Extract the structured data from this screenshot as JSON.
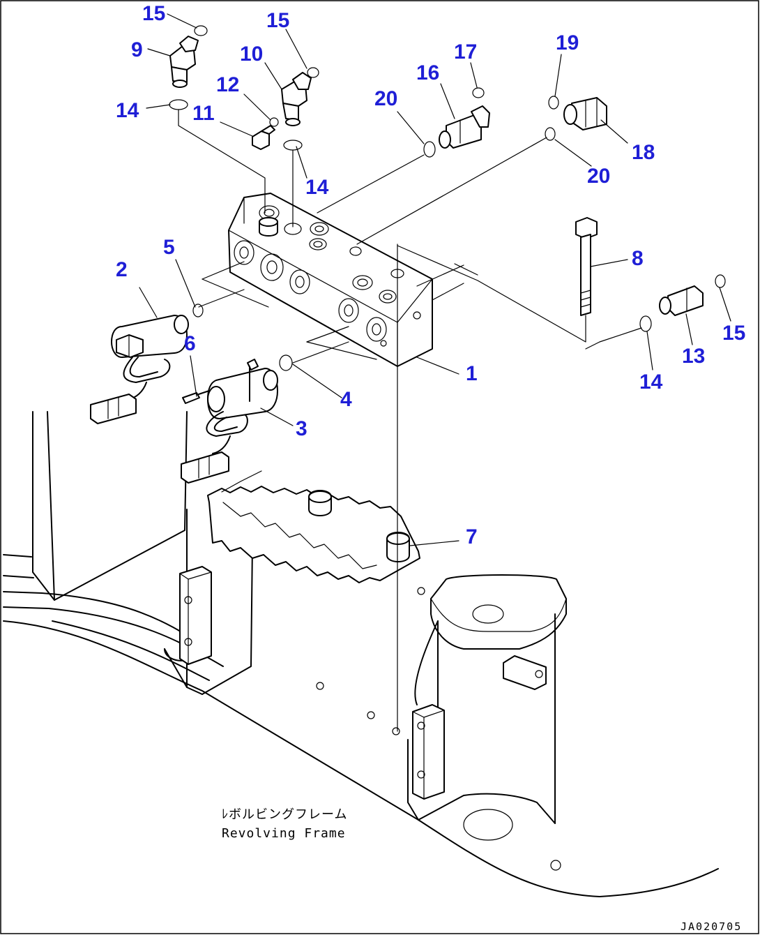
{
  "diagram": {
    "labels": {
      "part_1": "1",
      "part_2": "2",
      "part_3": "3",
      "part_4": "4",
      "part_5": "5",
      "part_6": "6",
      "part_7": "7",
      "part_8": "8",
      "part_9": "9",
      "part_10": "10",
      "part_11": "11",
      "part_12": "12",
      "part_13": "13",
      "part_14": "14",
      "part_15": "15",
      "part_16": "16",
      "part_17": "17",
      "part_18": "18",
      "part_19": "19",
      "part_20": "20"
    },
    "caption_jp": "ﾚボルビングフレーム",
    "caption_en": "Revolving Frame",
    "drawing_code": "JA020705",
    "callout_color": "#1f1fd6"
  }
}
